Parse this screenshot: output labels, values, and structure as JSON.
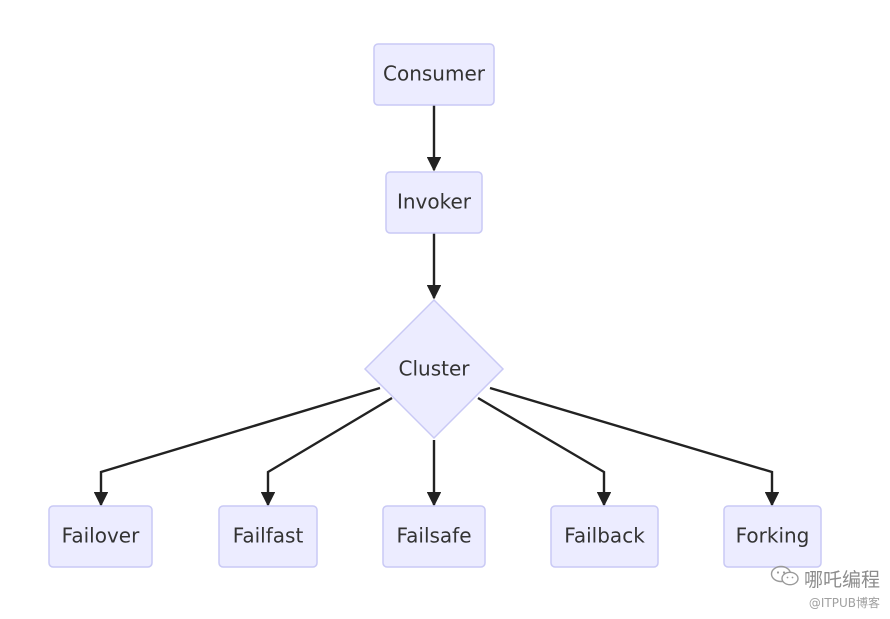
{
  "diagram": {
    "nodes": {
      "consumer": "Consumer",
      "invoker": "Invoker",
      "cluster": "Cluster",
      "failover": "Failover",
      "failfast": "Failfast",
      "failsafe": "Failsafe",
      "failback": "Failback",
      "forking": "Forking"
    },
    "edges": [
      [
        "Consumer",
        "Invoker"
      ],
      [
        "Invoker",
        "Cluster"
      ],
      [
        "Cluster",
        "Failover"
      ],
      [
        "Cluster",
        "Failfast"
      ],
      [
        "Cluster",
        "Failsafe"
      ],
      [
        "Cluster",
        "Failback"
      ],
      [
        "Cluster",
        "Forking"
      ]
    ],
    "colors": {
      "node_fill": "#ECECFF",
      "node_stroke": "#C9C9F5",
      "edge": "#222222",
      "text": "#333333"
    }
  },
  "watermark": {
    "line1": "哪吒编程",
    "line2": "@ITPUB博客",
    "icon": "wechat-icon"
  }
}
